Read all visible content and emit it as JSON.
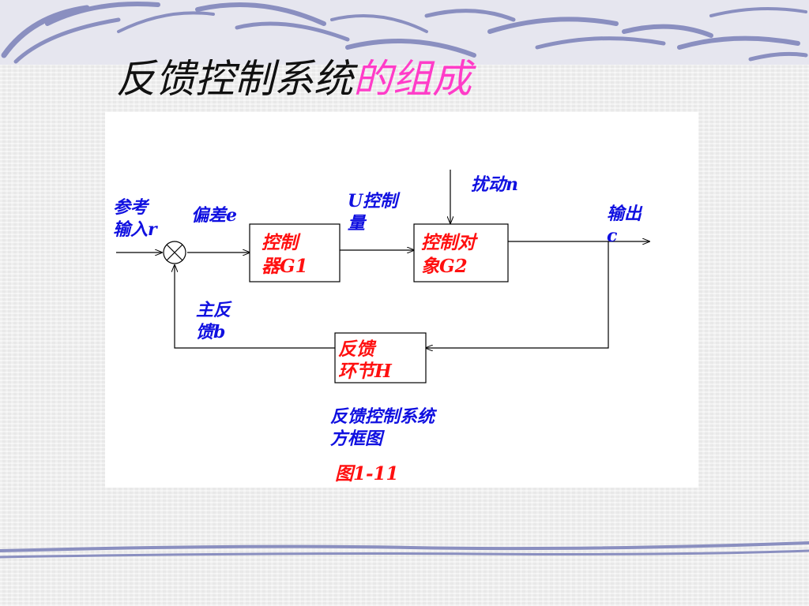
{
  "slide": {
    "title_part1": "反馈控制系统",
    "title_part2": "的组成"
  },
  "diagram": {
    "labels": {
      "reference_input_line1": "参考",
      "reference_input_line2": "输入r",
      "error": "偏差e",
      "control_qty_line1": "U控制",
      "control_qty_line2": "量",
      "disturbance": "扰动n",
      "output_line1": "输出",
      "output_line2": "c",
      "main_feedback_line1": "主反",
      "main_feedback_line2": "馈b"
    },
    "blocks": {
      "controller_line1": "控制",
      "controller_line2": "器G1",
      "plant_line1": "控制对",
      "plant_line2": "象G2",
      "feedback_line1": "反馈",
      "feedback_line2": "环节H"
    },
    "caption_line1": "反馈控制系统",
    "caption_line2": "方框图",
    "figure_number": "图1-11"
  },
  "colors": {
    "label_blue": "#1010e0",
    "block_red": "#ff1010",
    "title_pink": "#ff3cc8",
    "swirl_blue": "#8a8fc0"
  }
}
